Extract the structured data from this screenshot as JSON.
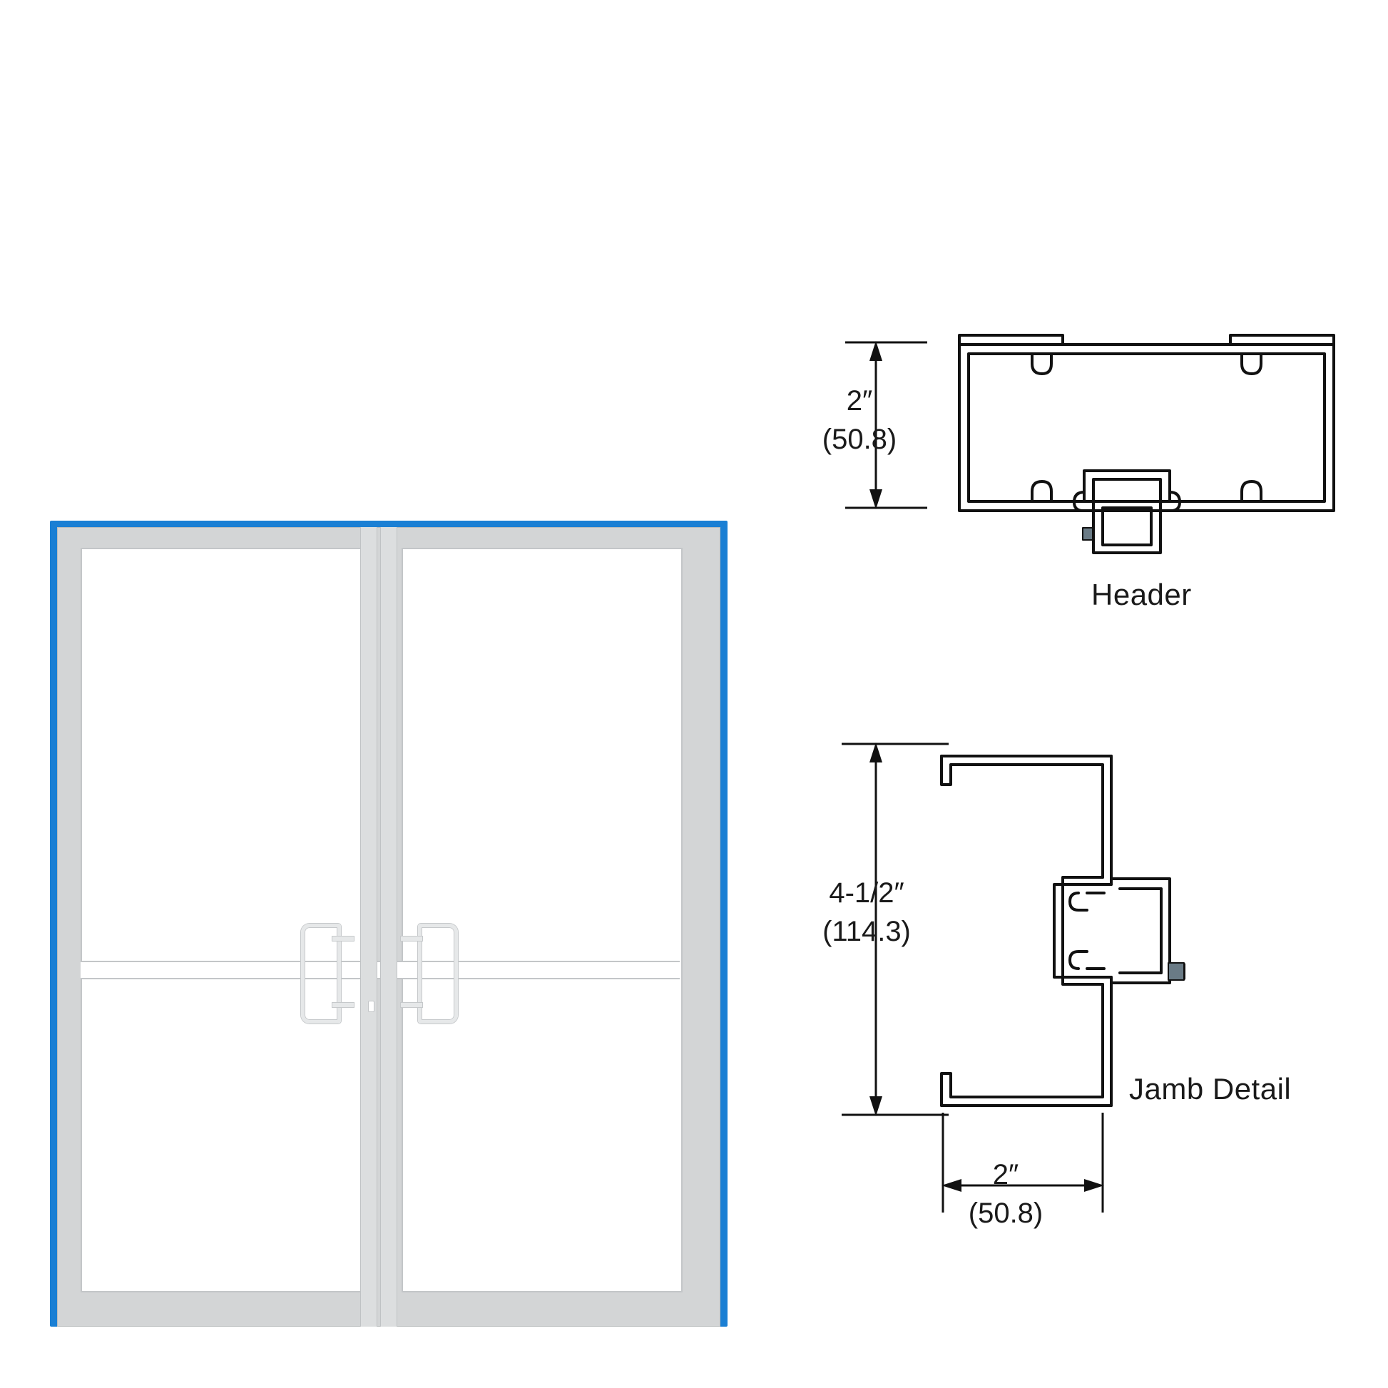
{
  "diagram": {
    "title": "Double door elevation with header and jamb profile details",
    "colors": {
      "frame_accent": "#1a7fd4",
      "frame_body": "#d3d5d6",
      "line": "#111111",
      "glass": "#ffffff"
    },
    "elevation": {
      "name": "double-door-elevation",
      "leaf_count": 2,
      "handles": 2
    },
    "details": [
      {
        "id": "header",
        "caption": "Header",
        "dimension": {
          "imperial": "2″",
          "metric": "(50.8)",
          "orientation": "vertical"
        }
      },
      {
        "id": "jamb",
        "caption": "Jamb Detail",
        "dimension_height": {
          "imperial": "4-1/2″",
          "metric": "(114.3)",
          "orientation": "vertical"
        },
        "dimension_width": {
          "imperial": "2″",
          "metric": "(50.8)",
          "orientation": "horizontal"
        }
      }
    ]
  }
}
